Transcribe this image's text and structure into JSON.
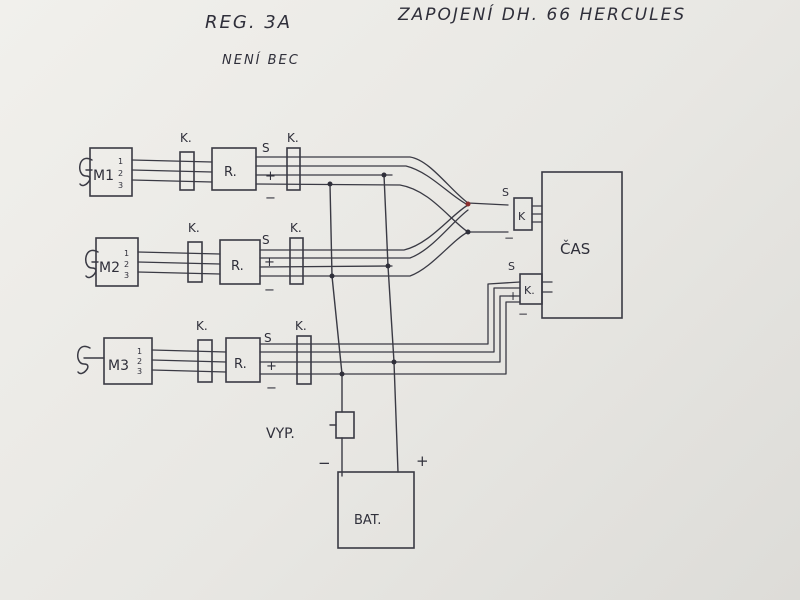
{
  "header": {
    "left_line1": "REG. 3A",
    "left_line2": "NENÍ BEC",
    "right_title": "ZAPOJENÍ DH. 66 HERCULES"
  },
  "rows": [
    {
      "motor": "M1",
      "taps": [
        "1",
        "2",
        "3"
      ],
      "k_left": "K.",
      "regulator": "R.",
      "k_right": "K.",
      "s": "S",
      "plus": "+",
      "minus": "−"
    },
    {
      "motor": "M2",
      "taps": [
        "1",
        "2",
        "3"
      ],
      "k_left": "K.",
      "regulator": "R.",
      "k_right": "K.",
      "s": "S",
      "plus": "+",
      "minus": "−"
    },
    {
      "motor": "M3",
      "taps": [
        "1",
        "2",
        "3"
      ],
      "k_left": "K.",
      "regulator": "R.",
      "k_right": "K.",
      "s": "S",
      "plus": "+",
      "minus": "−"
    }
  ],
  "receiver": {
    "label": "ČAS",
    "k_upper": "K",
    "k_lower": "K.",
    "s_upper": "S",
    "minus_upper": "−",
    "s_lower": "S",
    "plus_lower": "+",
    "minus_lower": "−"
  },
  "switch": {
    "label": "VYP.",
    "minus": "−"
  },
  "battery": {
    "label": "BAT.",
    "plus": "+"
  },
  "colors": {
    "ink": "#3a3a44",
    "paper": "#eeede9"
  }
}
